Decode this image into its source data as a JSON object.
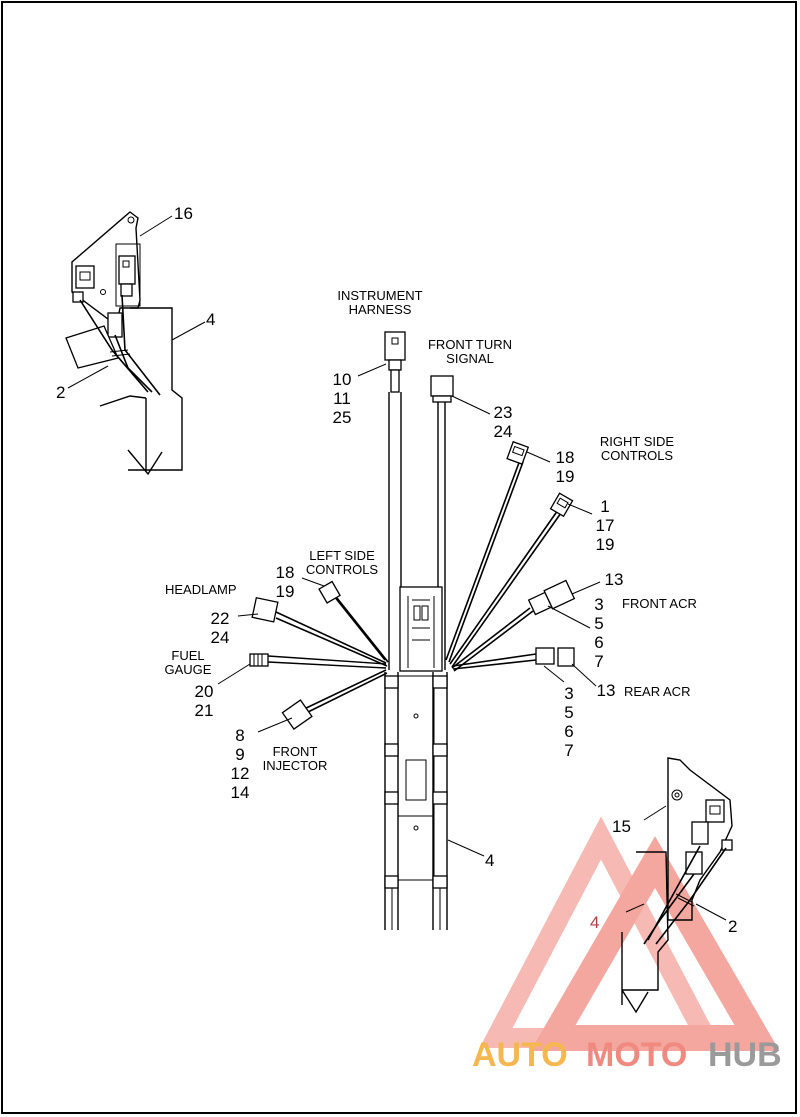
{
  "labels": {
    "instrument_harness": [
      "INSTRUMENT",
      "HARNESS"
    ],
    "front_turn_signal": [
      "FRONT TURN",
      "SIGNAL"
    ],
    "right_side_controls": [
      "RIGHT SIDE",
      "CONTROLS"
    ],
    "left_side_controls": [
      "LEFT SIDE",
      "CONTROLS"
    ],
    "headlamp": "HEADLAMP",
    "fuel_gauge": [
      "FUEL",
      "GAUGE"
    ],
    "front_injector": [
      "FRONT",
      "INJECTOR"
    ],
    "front_acr": "FRONT ACR",
    "rear_acr": "REAR ACR"
  },
  "callouts": {
    "inset_top_16": "16",
    "inset_top_4": "4",
    "inset_top_2": "2",
    "instrument": [
      "10",
      "11",
      "25"
    ],
    "turn_signal": [
      "23",
      "24"
    ],
    "right_controls_a": [
      "18",
      "19"
    ],
    "right_controls_b": [
      "1",
      "17",
      "19"
    ],
    "front_acr_13": "13",
    "front_acr": [
      "3",
      "5",
      "6",
      "7"
    ],
    "rear_acr_13": "13",
    "rear_acr": [
      "3",
      "5",
      "6",
      "7"
    ],
    "left_controls": [
      "18",
      "19"
    ],
    "headlamp": [
      "22",
      "24"
    ],
    "fuel_gauge": [
      "20",
      "21"
    ],
    "front_injector": [
      "8",
      "9",
      "12",
      "14"
    ],
    "main_4": "4",
    "inset_bottom_15": "15",
    "inset_bottom_4": "4",
    "inset_bottom_2": "2"
  },
  "watermark": {
    "part1": "AUTO",
    "part2": "MOTO",
    "part3": "HUB",
    "colors": {
      "red": "#f08a80",
      "orange": "#f6b84e",
      "gray": "#9a9a9a"
    }
  }
}
